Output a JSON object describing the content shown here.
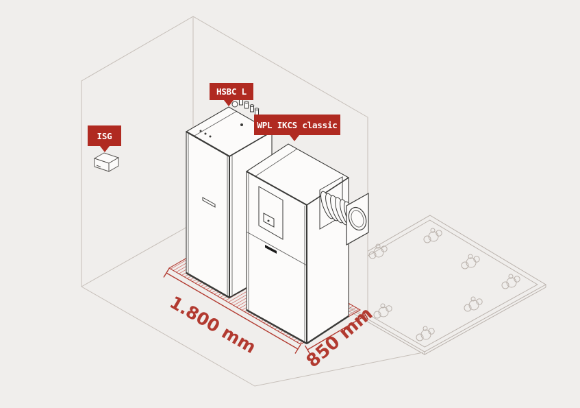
{
  "callouts": {
    "isg": {
      "label": "ISG"
    },
    "hsbc": {
      "label": "HSBC L"
    },
    "wpl": {
      "label": "WPL IKCS classic"
    }
  },
  "dimensions": {
    "width_label": "1.800 mm",
    "depth_label": "850 mm"
  },
  "colors": {
    "background": "#f0eeec",
    "accent_red": "#b02a21",
    "dimension_red": "#b23a30",
    "hatch_red": "#c9544e",
    "line_gray": "#c6bfb9",
    "mat_gray": "#b9b1ab",
    "unit_outline": "#3a3a38",
    "unit_fill": "#fcfbfa"
  }
}
